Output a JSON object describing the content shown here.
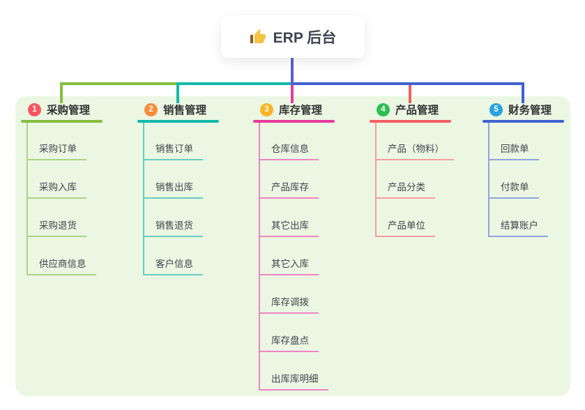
{
  "root": {
    "label": "ERP 后台",
    "icon": "thumbs-up-icon"
  },
  "colors": {
    "panel_bg": "#ebf7e3",
    "root_line": "#5a5ed2",
    "card_bg": "#ffffff",
    "text_dark": "#333333"
  },
  "branches": [
    {
      "badge": "1",
      "label": "采购管理",
      "color": "#82bf3e",
      "child_color": "#abd583",
      "badge_color": "#f9575e",
      "children": [
        "采购订单",
        "采购入库",
        "采购退货",
        "供应商信息"
      ]
    },
    {
      "badge": "2",
      "label": "销售管理",
      "color": "#14b8ab",
      "child_color": "#66cdc2",
      "badge_color": "#f98c3d",
      "children": [
        "销售订单",
        "销售出库",
        "销售退货",
        "客户信息"
      ]
    },
    {
      "badge": "3",
      "label": "库存管理",
      "color": "#e73a9c",
      "child_color": "#f083c4",
      "badge_color": "#fbb326",
      "children": [
        "仓库信息",
        "产品库存",
        "其它出库",
        "其它入库",
        "库存调拨",
        "库存盘点",
        "出库库明细"
      ]
    },
    {
      "badge": "4",
      "label": "产品管理",
      "color": "#f35f62",
      "child_color": "#f89c9e",
      "badge_color": "#2cbe52",
      "children": [
        "产品（物料）",
        "产品分类",
        "产品单位"
      ]
    },
    {
      "badge": "5",
      "label": "财务管理",
      "color": "#4062cf",
      "child_color": "#8fa4e0",
      "badge_color": "#2aa2de",
      "children": [
        "回款单",
        "付款单",
        "结算账户"
      ]
    }
  ]
}
